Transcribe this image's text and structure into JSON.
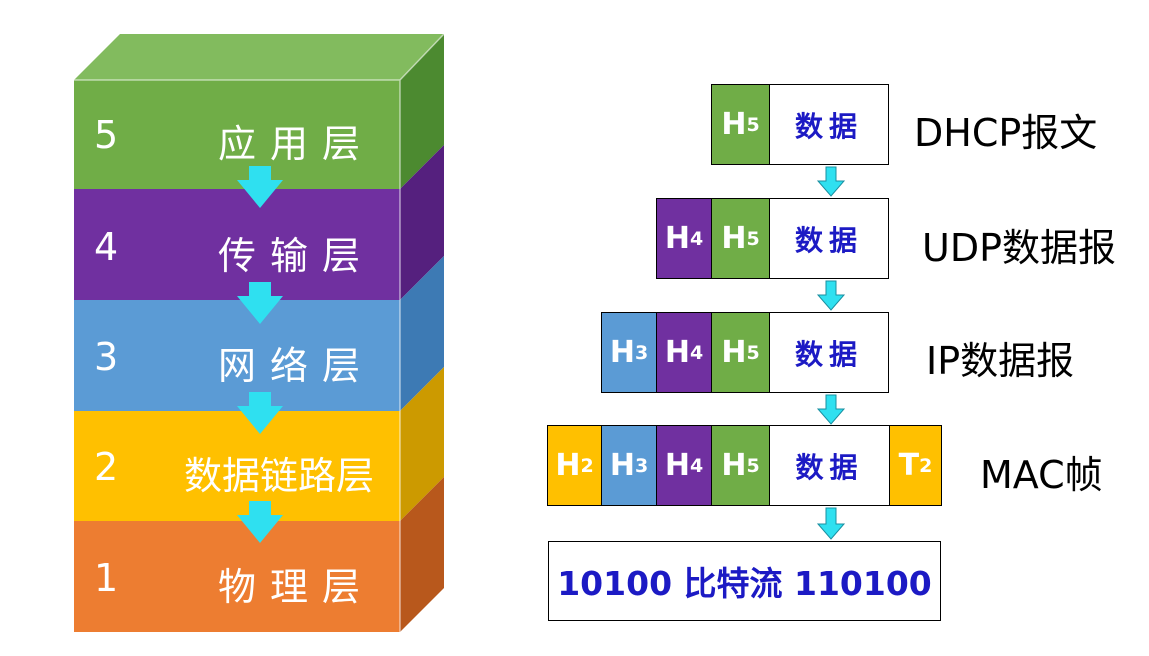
{
  "layers": [
    {
      "num": "5",
      "name": "应用层",
      "color": "#70ad47"
    },
    {
      "num": "4",
      "name": "传输层",
      "color": "#7030a0"
    },
    {
      "num": "3",
      "name": "网络层",
      "color": "#5b9bd5"
    },
    {
      "num": "2",
      "name": "数据链路层",
      "color": "#ffc000"
    },
    {
      "num": "1",
      "name": "物理层",
      "color": "#ed7d31"
    }
  ],
  "headers": {
    "h5": {
      "letter": "H",
      "sub": "5",
      "color": "#70ad47"
    },
    "h4": {
      "letter": "H",
      "sub": "4",
      "color": "#7030a0"
    },
    "h3": {
      "letter": "H",
      "sub": "3",
      "color": "#5b9bd5"
    },
    "h2": {
      "letter": "H",
      "sub": "2",
      "color": "#ffc000"
    },
    "t2": {
      "letter": "T",
      "sub": "2",
      "color": "#ffc000"
    }
  },
  "data_label": "数据",
  "pdus": [
    {
      "label": "DHCP报文"
    },
    {
      "label": "UDP数据报"
    },
    {
      "label": "IP数据报"
    },
    {
      "label": "MAC帧"
    }
  ],
  "bitstream": "10100 比特流 110100",
  "arrow_color": "#2fe0f0"
}
